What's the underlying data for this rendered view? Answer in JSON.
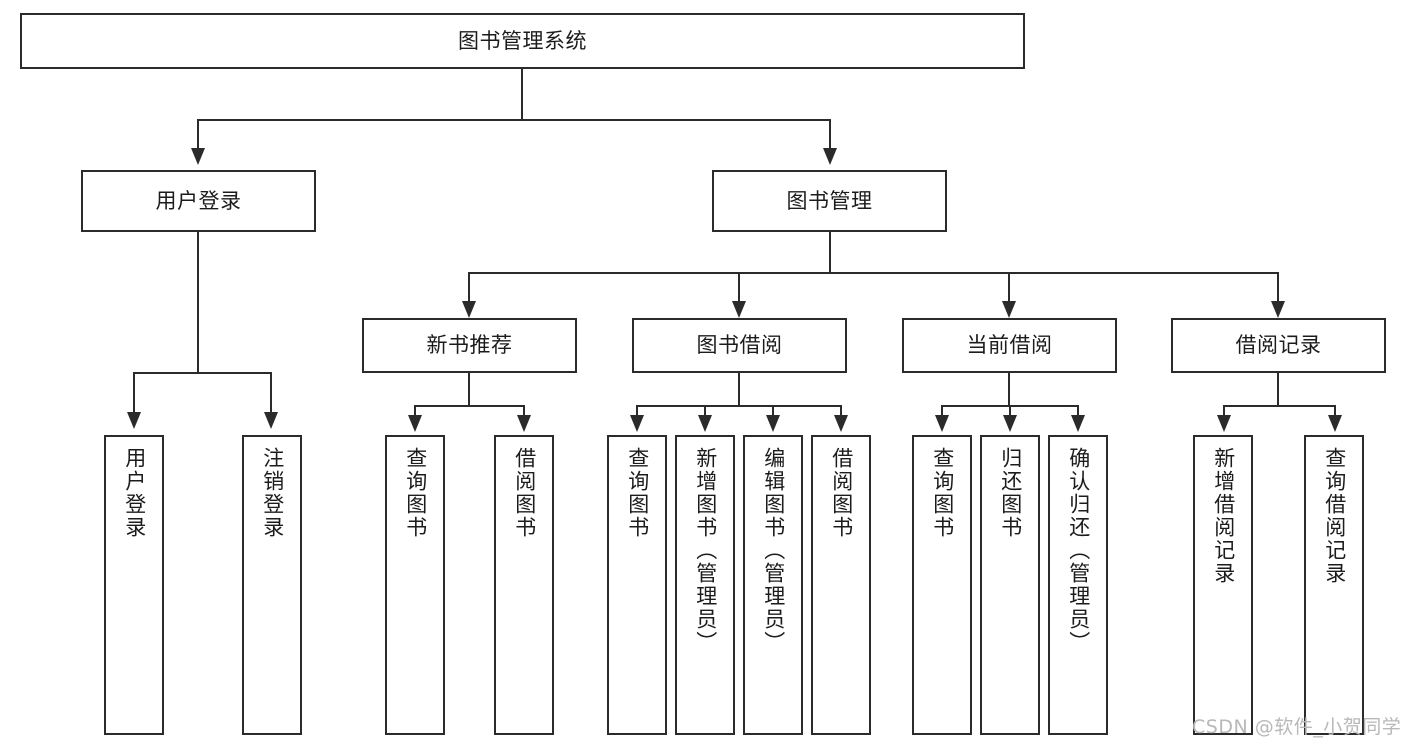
{
  "diagram": {
    "title_node": {
      "label": "图书管理系统"
    },
    "level2": [
      {
        "id": "user-login",
        "label": "用户登录"
      },
      {
        "id": "book-management",
        "label": "图书管理"
      }
    ],
    "level3": [
      {
        "id": "new-book-recommend",
        "label": "新书推荐"
      },
      {
        "id": "book-borrow",
        "label": "图书借阅"
      },
      {
        "id": "current-borrow",
        "label": "当前借阅"
      },
      {
        "id": "borrow-record",
        "label": "借阅记录"
      }
    ],
    "leaves": [
      {
        "id": "leaf-user-login",
        "label": "用户登录"
      },
      {
        "id": "leaf-logout-login",
        "label": "注销登录"
      },
      {
        "id": "leaf-query-book-1",
        "label": "查询图书"
      },
      {
        "id": "leaf-borrow-book-1",
        "label": "借阅图书"
      },
      {
        "id": "leaf-query-book-2",
        "label": "查询图书"
      },
      {
        "id": "leaf-add-book-admin",
        "label": "新增图书（管理员）"
      },
      {
        "id": "leaf-edit-book-admin",
        "label": "编辑图书（管理员）"
      },
      {
        "id": "leaf-borrow-book-2",
        "label": "借阅图书"
      },
      {
        "id": "leaf-query-book-3",
        "label": "查询图书"
      },
      {
        "id": "leaf-return-book",
        "label": "归还图书"
      },
      {
        "id": "leaf-confirm-return-admin",
        "label": "确认归还（管理员）"
      },
      {
        "id": "leaf-add-borrow-record",
        "label": "新增借阅记录"
      },
      {
        "id": "leaf-query-borrow-record",
        "label": "查询借阅记录"
      }
    ],
    "watermark": "CSDN @软件_小贺同学",
    "colors": {
      "stroke": "#2b2b2b",
      "fill": "#ffffff",
      "text": "#1c1c1c",
      "watermark": "#b8b8b8"
    }
  }
}
